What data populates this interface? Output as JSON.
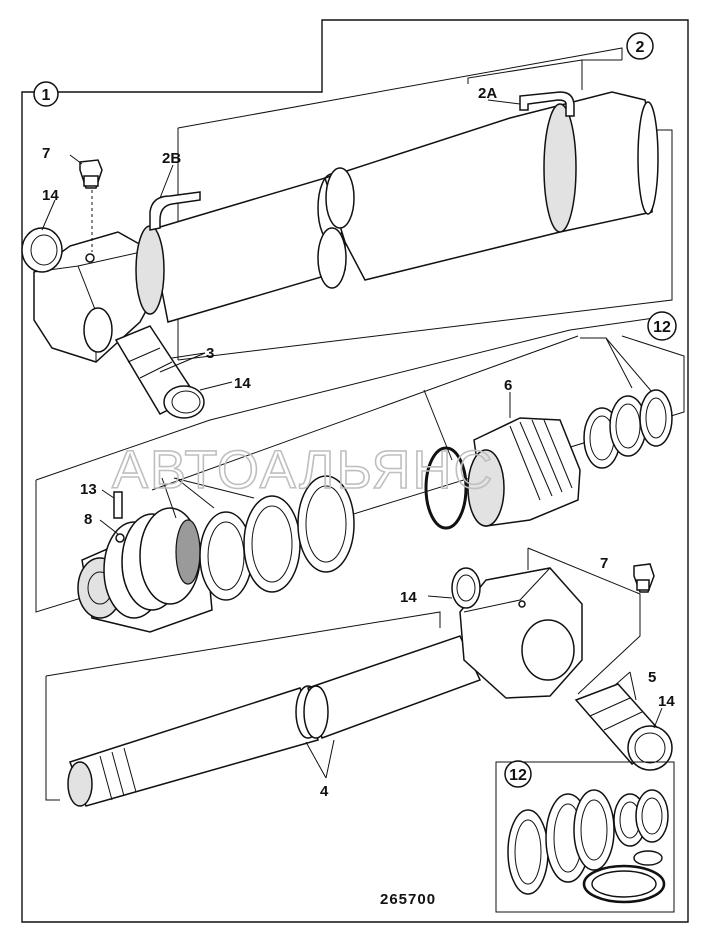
{
  "diagram": {
    "callouts": {
      "assembly": "1",
      "cylinder": "2",
      "seal_kit": "12",
      "seal_kit_inset": "12"
    },
    "labels": {
      "grease_nipple_top": "7",
      "port_2b": "2B",
      "port_2a": "2A",
      "bush_top": "14",
      "bushes": "3",
      "bush_right": "14",
      "nut": "6",
      "pin": "13",
      "screw": "8",
      "bush_eye": "14",
      "grease_nipple_rod": "7",
      "bushes_rod": "5",
      "bush_rod_end": "14",
      "rod": "4"
    },
    "reference_number": "265700",
    "watermark": "АВТОАЛЬЯНС"
  }
}
